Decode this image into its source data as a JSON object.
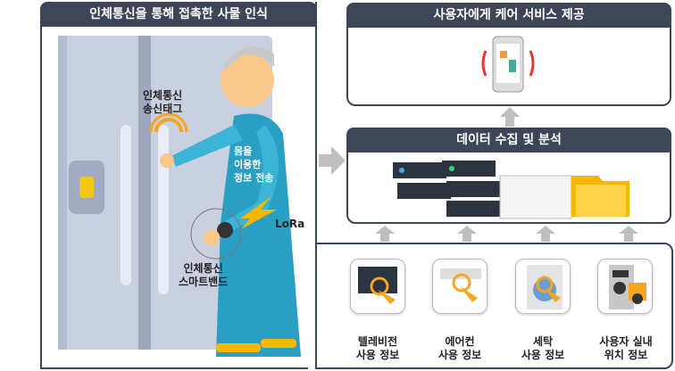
{
  "left_panel": {
    "title": "인체통신을 통해 접촉한 사물 인식",
    "tag_label": "인체통신\n송신태그",
    "body_label": "몸을\n이용한\n정보 전송",
    "lora_label": "LoRa",
    "band_label": "인체통신\n스마트밴드"
  },
  "service_panel": {
    "title": "사용자에게 케어 서비스 제공"
  },
  "data_panel": {
    "title": "데이터 수집 및 분석"
  },
  "sources": [
    {
      "label": "텔레비전\n사용 정보",
      "icon": "tv-icon"
    },
    {
      "label": "에어컨\n사용 정보",
      "icon": "air-conditioner-icon"
    },
    {
      "label": "세탁\n사용 정보",
      "icon": "washing-machine-icon"
    },
    {
      "label": "사용자 실내\n위치 정보",
      "icon": "door-lock-icon"
    }
  ],
  "colors": {
    "frame": "#3d4657",
    "accent": "#f5a623",
    "dress": "#2a9fc4",
    "arrow": "#bfbfbf"
  }
}
